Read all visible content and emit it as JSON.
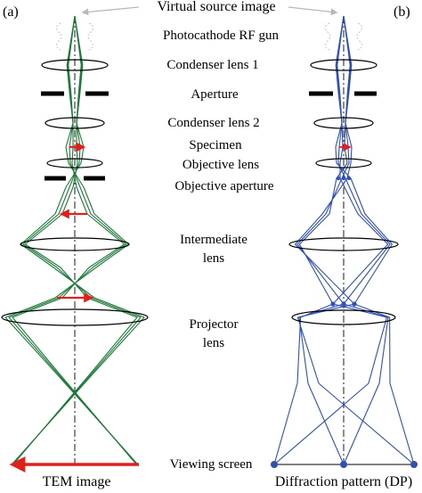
{
  "panels": {
    "left_tag": "(a)",
    "right_tag": "(b)",
    "left_caption": "TEM image",
    "right_caption": "Diffraction pattern (DP)"
  },
  "labels": {
    "source": "Virtual source image",
    "gun": "Photocathode RF gun",
    "condenser1": "Condenser lens 1",
    "aperture": "Aperture",
    "condenser2": "Condenser lens 2",
    "specimen": "Specimen",
    "objective": "Objective lens",
    "objective_aperture": "Objective aperture",
    "intermediate_line1": "Intermediate",
    "intermediate_line2": "lens",
    "projector_line1": "Projector",
    "projector_line2": "lens",
    "screen": "Viewing screen"
  },
  "colors": {
    "image_mode_rays": "#1d7a3a",
    "diffraction_mode_rays": "#2f4fb3",
    "image_arrows": "#e0201b",
    "source_pointer": "#b8b8b8",
    "lens_outline": "#000000",
    "dp_spots": "#2f4fb3"
  },
  "icons": {
    "gun": "photocathode-gun-outline",
    "pointer": "gray-arrow-to-source"
  }
}
